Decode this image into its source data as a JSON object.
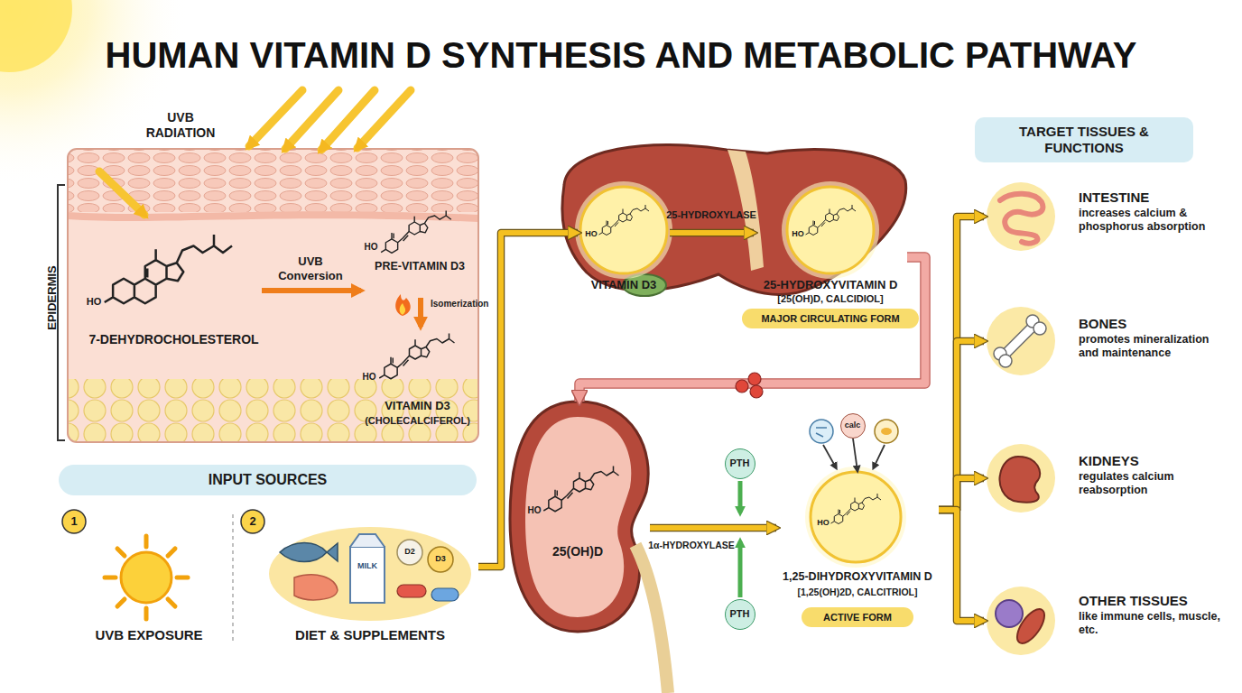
{
  "diagram": {
    "title": "HUMAN VITAMIN D SYNTHESIS AND METABOLIC PATHWAY",
    "nodes": [
      {
        "text": [
          "EPIDERMIS"
        ]
      },
      {
        "text": [
          "7-DEHYDROCHOLESTEROL"
        ],
        "in": 0
      },
      {
        "text": [
          "PRE-VITAMIN D3"
        ],
        "in": 0
      },
      {
        "text": [
          "VITAMIN D3",
          "(CHOLECALCIFEROL)"
        ],
        "in": 0
      },
      {
        "text": [
          "INPUT SOURCES"
        ]
      },
      {
        "text": [
          "UVB EXPOSURE"
        ]
      },
      {
        "text": [
          "DIET & SUPPLEMENTS"
        ]
      },
      {
        "text": [
          "VITAMIN D3"
        ]
      },
      {
        "text": [
          "25-HYDROXYVITAMIN D",
          "[25(OH)D, CALCIDIOL]"
        ]
      },
      {
        "text": [
          "MAJOR CIRCULATING FORM"
        ]
      },
      {
        "text": [
          "25(OH)D"
        ]
      },
      {
        "text": [
          "PTH"
        ]
      },
      {
        "text": [
          "PTH"
        ]
      },
      {
        "text": [
          "calc"
        ]
      },
      {
        "text": [
          "1,25-DIHYDROXYVITAMIN D",
          "[1,25(OH)2D, CALCITRIOL]"
        ]
      },
      {
        "text": [
          "ACTIVE FORM"
        ]
      },
      {
        "text": [
          "TARGET TISSUES & FUNCTIONS"
        ]
      },
      {
        "text": [
          "INTESTINE",
          "increases calcium & phosphorus absorption"
        ]
      },
      {
        "text": [
          "BONES",
          "promotes mineralization and maintenance"
        ]
      },
      {
        "text": [
          "KIDNEYS",
          "regulates calcium reabsorption"
        ]
      },
      {
        "text": [
          "OTHER TISSUES",
          "like immune cells, muscle, etc."
        ]
      }
    ],
    "edges": [
      {
        "from": 1,
        "to": 2,
        "label": "UVB Conversion",
        "arrow": "to"
      },
      {
        "from": 2,
        "to": 3,
        "label": "Isomerization",
        "arrow": "to"
      },
      {
        "from": 6,
        "to": 7,
        "arrow": "to"
      },
      {
        "from": 7,
        "to": 8,
        "label": "25-HYDROXYLASE",
        "arrow": "to"
      },
      {
        "from": 8,
        "to": 10,
        "arrow": "to"
      },
      {
        "from": 10,
        "to": 14,
        "label": "1α-HYDROXYLASE",
        "arrow": "to"
      },
      {
        "from": 13,
        "to": 14,
        "arrow": "to"
      },
      {
        "from": 14,
        "to": 17,
        "arrow": "to"
      },
      {
        "from": 14,
        "to": 18,
        "arrow": "to"
      },
      {
        "from": 14,
        "to": 19,
        "arrow": "to"
      },
      {
        "from": 14,
        "to": 20,
        "arrow": "to"
      }
    ],
    "labels": [
      "UVB RADIATION",
      "HO",
      "HO",
      "HO",
      "1",
      "2",
      "MILK",
      "D2",
      "D3",
      "HO",
      "HO",
      "HO",
      "HO"
    ]
  }
}
